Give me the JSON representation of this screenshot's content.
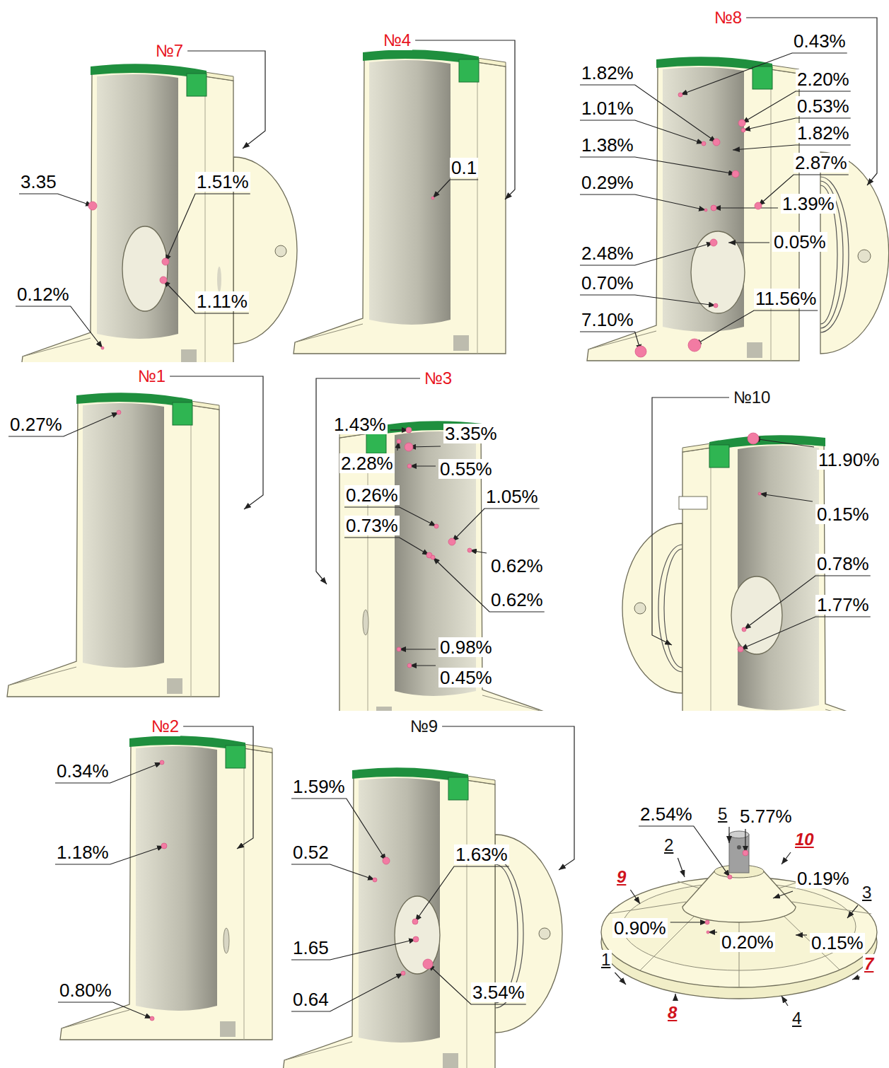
{
  "diagram": {
    "labels": [
      "№7",
      "3.35",
      "1.51%",
      "0.12%",
      "1.11%",
      "№4",
      "0.1",
      "№8",
      "0.43%",
      "1.82%",
      "2.20%",
      "1.01%",
      "0.53%",
      "1.82%",
      "1.38%",
      "2.87%",
      "0.29%",
      "1.39%",
      "0.05%",
      "2.48%",
      "0.70%",
      "11.56%",
      "7.10%",
      "№1",
      "0.27%",
      "№3",
      "1.43%",
      "3.35%",
      "2.28%",
      "0.55%",
      "0.26%",
      "1.05%",
      "0.73%",
      "0.62%",
      "0.62%",
      "0.98%",
      "0.45%",
      "№10",
      "11.90%",
      "0.15%",
      "0.78%",
      "1.77%",
      "№2",
      "0.34%",
      "1.18%",
      "0.80%",
      "№9",
      "1.59%",
      "0.52",
      "1.63%",
      "1.65",
      "0.64",
      "3.54%",
      "2.54%",
      "5",
      "5.77%",
      "2",
      "10",
      "9",
      "0.19%",
      "3",
      "0.90%",
      "0.20%",
      "0.15%",
      "1",
      "7",
      "8",
      "4"
    ]
  }
}
